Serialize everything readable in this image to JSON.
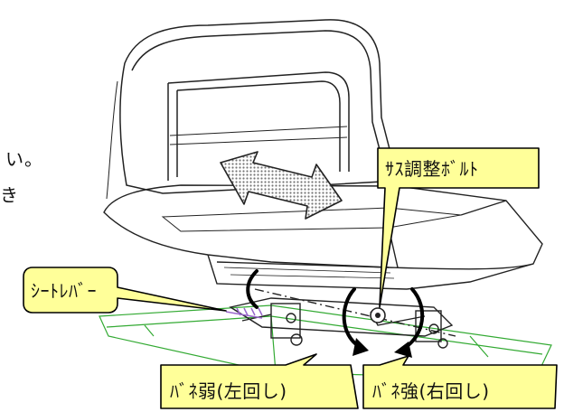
{
  "text_fragments": {
    "line1_end": "い。",
    "line2_end": "き"
  },
  "callouts": {
    "sus_bolt": "ｻｽ調整ﾎﾞﾙﾄ",
    "seat_lever": "ｼｰﾄﾚﾊﾞｰ",
    "spring_weak": "ﾊﾞﾈ弱(左回し)",
    "spring_strong": "ﾊﾞﾈ強(右回し)"
  },
  "colors": {
    "callout_fill": "#ffff99",
    "callout_stroke": "#000000",
    "line_art": "#222222",
    "chassis_green": "#33aa33",
    "spring_purple": "#9966cc",
    "arrow_dots": "#888888"
  },
  "icons": [
    "seat-illustration",
    "double-arrow-icon",
    "rotation-arrow-icon"
  ]
}
